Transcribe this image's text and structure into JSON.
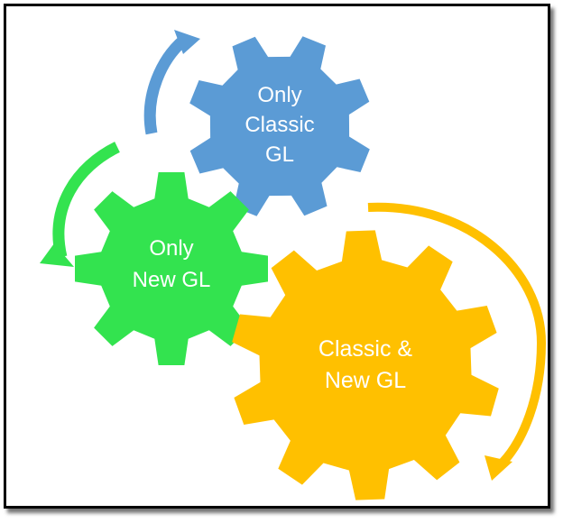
{
  "gears": {
    "blue": {
      "line1": "Only",
      "line2": "Classic",
      "line3": "GL",
      "color": "#5b9bd5"
    },
    "green": {
      "line1": "Only",
      "line2": "New GL",
      "color": "#33e34f"
    },
    "orange": {
      "line1": "Classic &",
      "line2": "New GL",
      "color": "#ffc000"
    }
  }
}
